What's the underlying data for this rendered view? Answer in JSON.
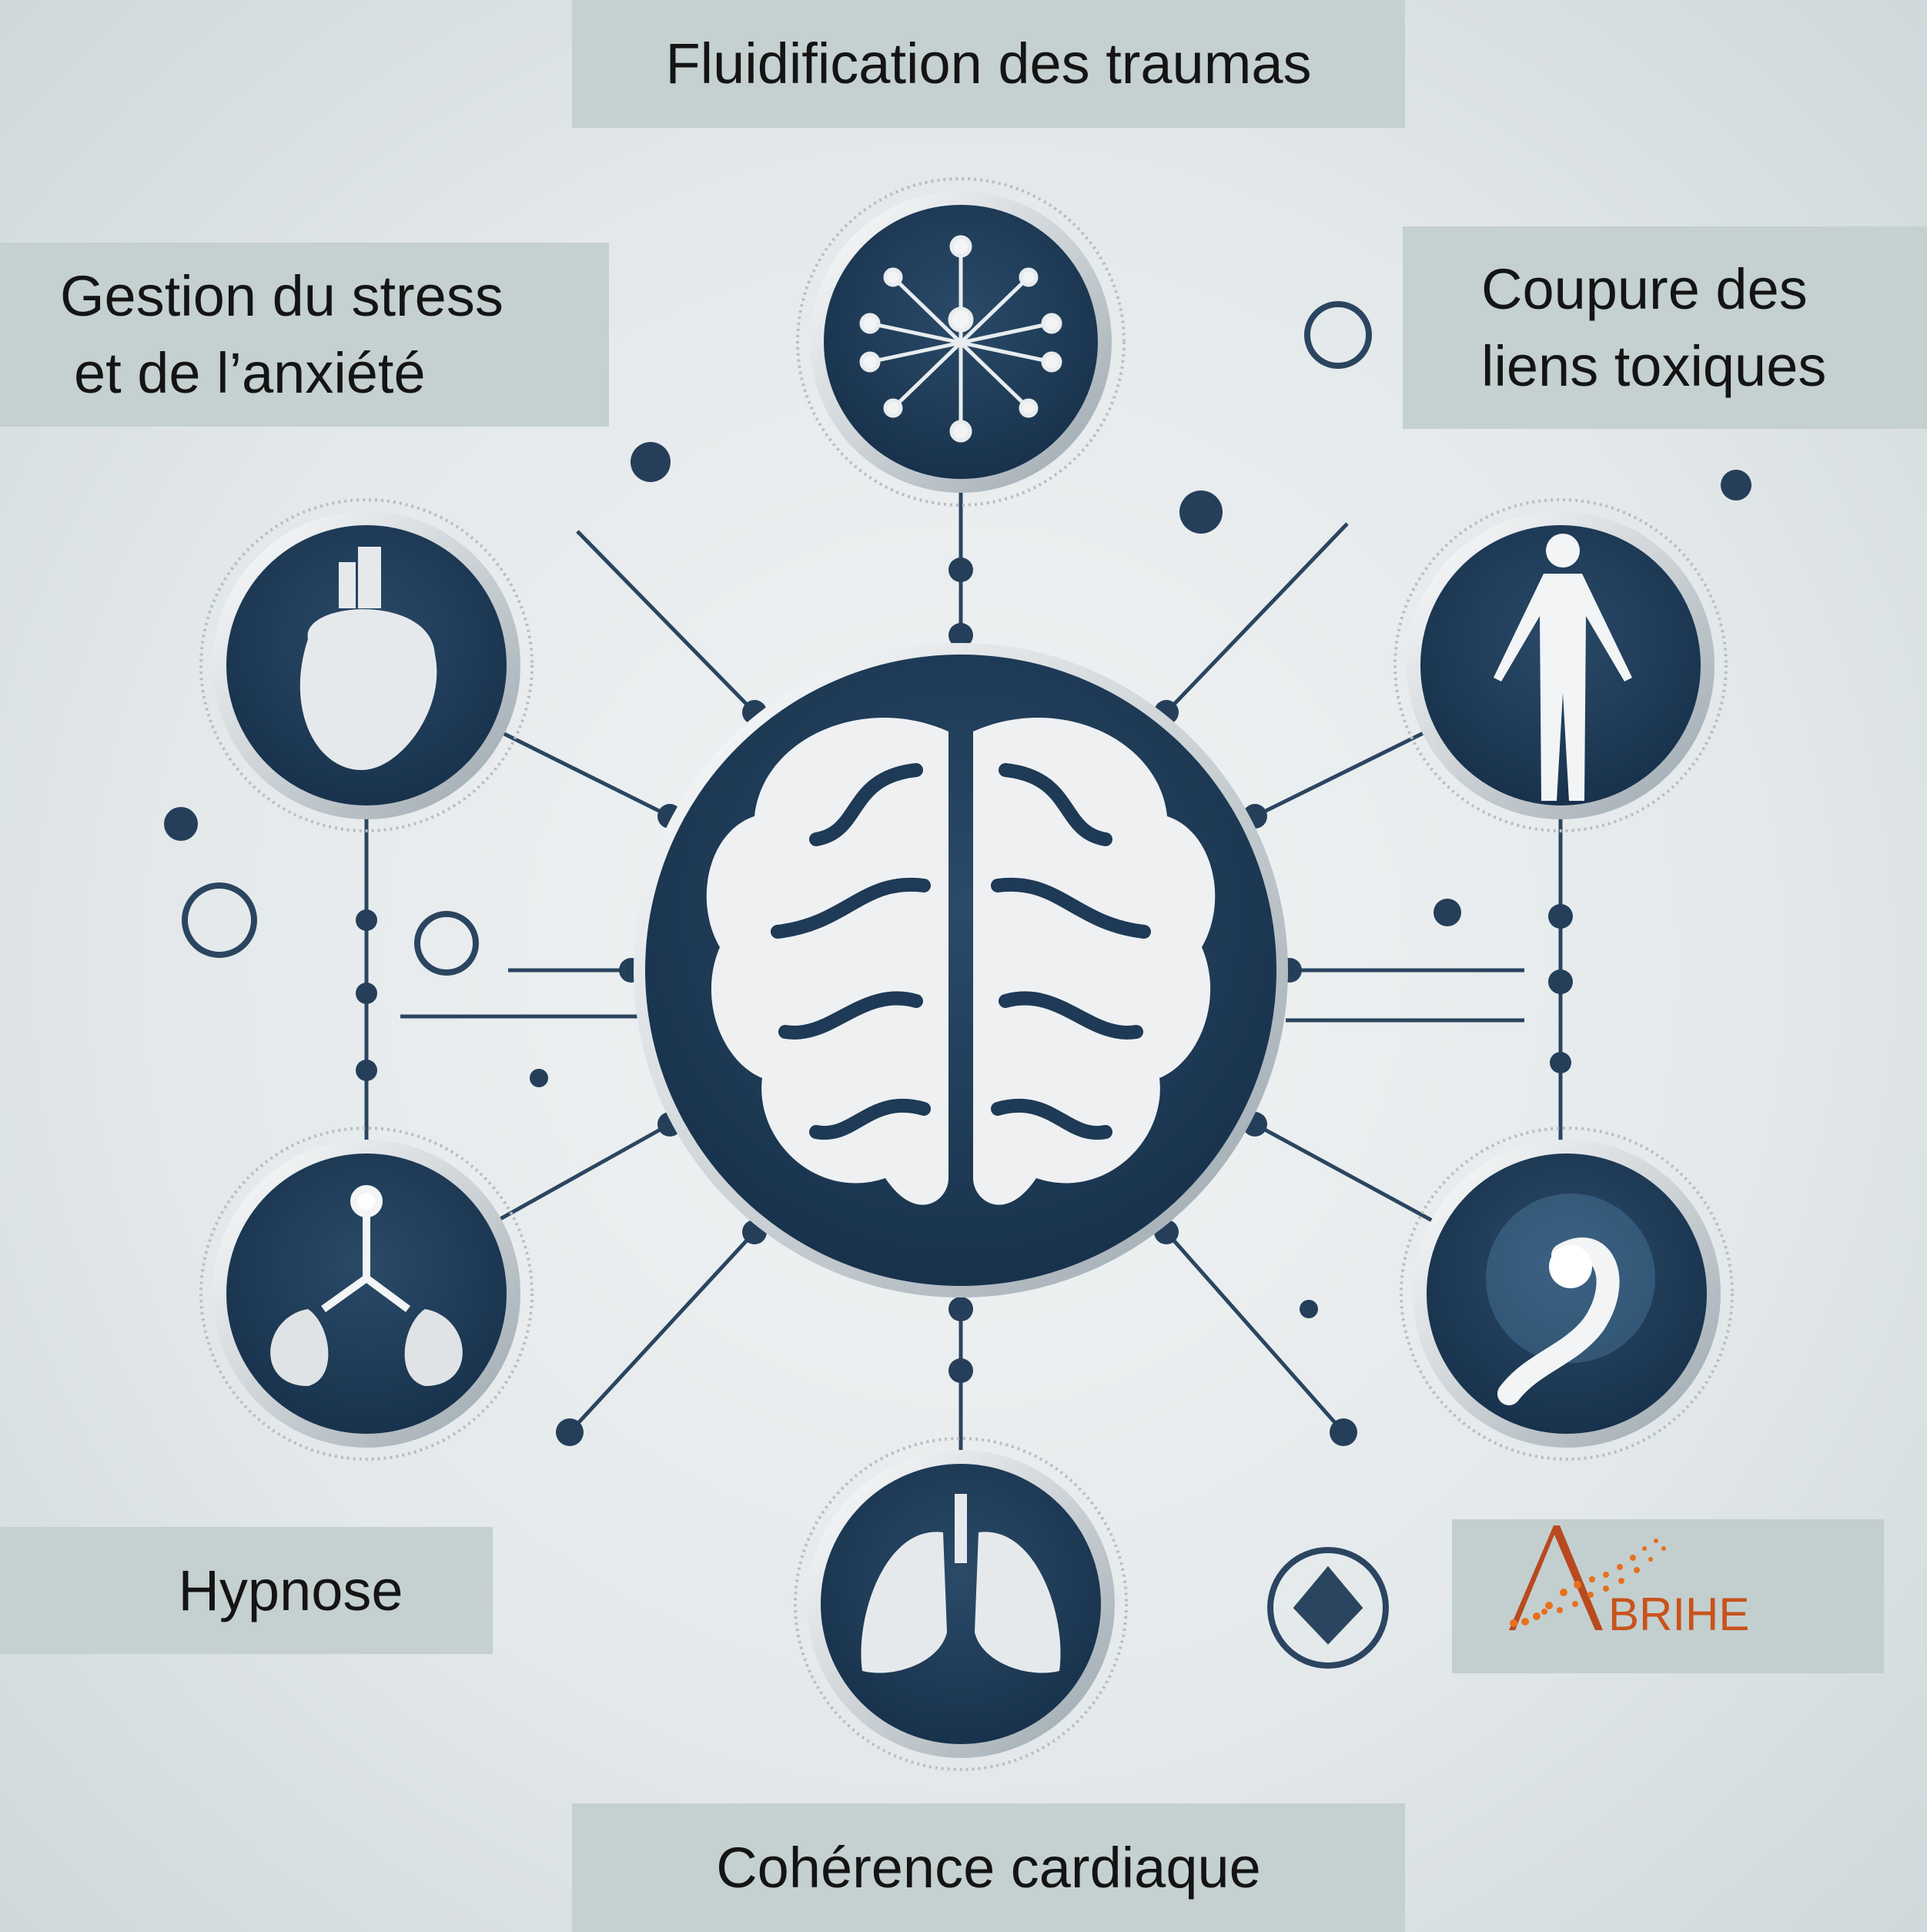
{
  "labels": {
    "top": "Fluidification des traumas",
    "top_left_line1": "Gestion du stress",
    "top_left_line2": "et de l’anxiété",
    "top_right_line1": "Coupure des",
    "top_right_line2": "liens toxiques",
    "bottom_left": "Hypnose",
    "bottom": "Cohérence cardiaque"
  },
  "logo": {
    "text": "BRIHE",
    "letter": "A"
  },
  "colors": {
    "navy": "#1e3a56",
    "label_bg": "#c5d0d0",
    "logo_orange": "#d0581c"
  }
}
